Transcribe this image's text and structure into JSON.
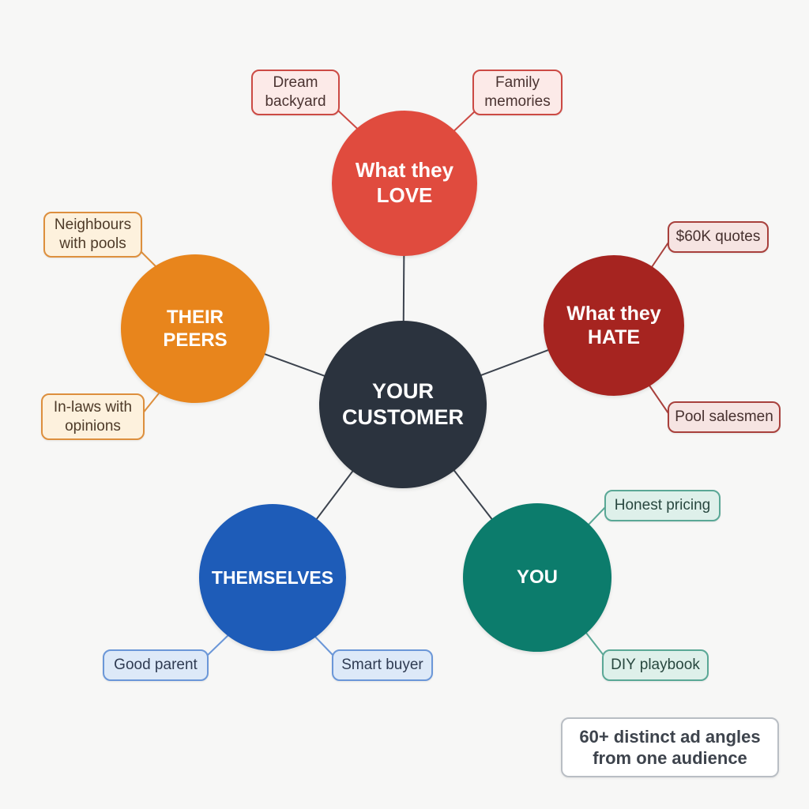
{
  "background": "#f7f7f6",
  "line_color": "#3c434e",
  "center": {
    "label": "YOUR\nCUSTOMER",
    "color": "#2b333e",
    "text_color": "#ffffff"
  },
  "nodes": {
    "love": {
      "label": "What they\nLOVE",
      "color": "#e04b3e",
      "tag_bg": "#fceae8",
      "tag_border": "#cc4a44",
      "tag_text": "#4a3331",
      "tags": [
        {
          "label": "Dream\nbackyard"
        },
        {
          "label": "Family\nmemories"
        }
      ]
    },
    "hate": {
      "label": "What they\nHATE",
      "color": "#a62420",
      "tag_bg": "#f6e4e2",
      "tag_border": "#a8403c",
      "tag_text": "#46302e",
      "tags": [
        {
          "label": "$60K quotes"
        },
        {
          "label": "Pool salesmen"
        }
      ]
    },
    "peers": {
      "label": "THEIR\nPEERS",
      "color": "#e8851c",
      "tag_bg": "#fdf1dd",
      "tag_border": "#dd8f3d",
      "tag_text": "#4d3a28",
      "tags": [
        {
          "label": "Neighbours\nwith pools"
        },
        {
          "label": "In-laws with\nopinions"
        }
      ]
    },
    "themselves": {
      "label": "THEMSELVES",
      "color": "#1e5cb8",
      "tag_bg": "#dde9f8",
      "tag_border": "#6b97d8",
      "tag_text": "#2f3b52",
      "tags": [
        {
          "label": "Good parent"
        },
        {
          "label": "Smart buyer"
        }
      ]
    },
    "you": {
      "label": "YOU",
      "color": "#0c7c6c",
      "tag_bg": "#def0ea",
      "tag_border": "#5aa896",
      "tag_text": "#28473f",
      "tags": [
        {
          "label": "Honest pricing"
        },
        {
          "label": "DIY playbook"
        }
      ]
    }
  },
  "footer": {
    "text": "60+ distinct ad angles\nfrom one audience"
  }
}
